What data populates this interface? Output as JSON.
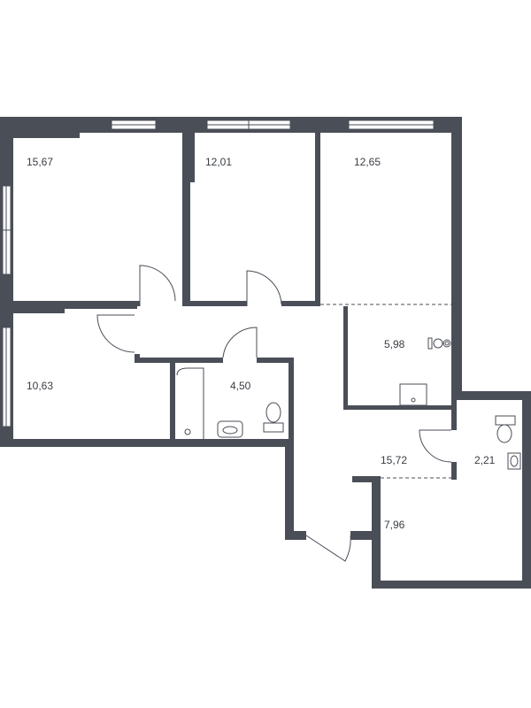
{
  "plan": {
    "rooms": [
      {
        "id": "bedroom-1",
        "area": "15,67"
      },
      {
        "id": "bedroom-2",
        "area": "12,01"
      },
      {
        "id": "living-room",
        "area": "12,65"
      },
      {
        "id": "kitchen-zone",
        "area": "5,98"
      },
      {
        "id": "bedroom-3",
        "area": "10,63"
      },
      {
        "id": "bathroom",
        "area": "4,50"
      },
      {
        "id": "hallway",
        "area": "15,72"
      },
      {
        "id": "toilet",
        "area": "2,21"
      },
      {
        "id": "storage",
        "area": "7,96"
      }
    ],
    "colors": {
      "wall": "#4a4e57",
      "background": "#ffffff"
    }
  }
}
